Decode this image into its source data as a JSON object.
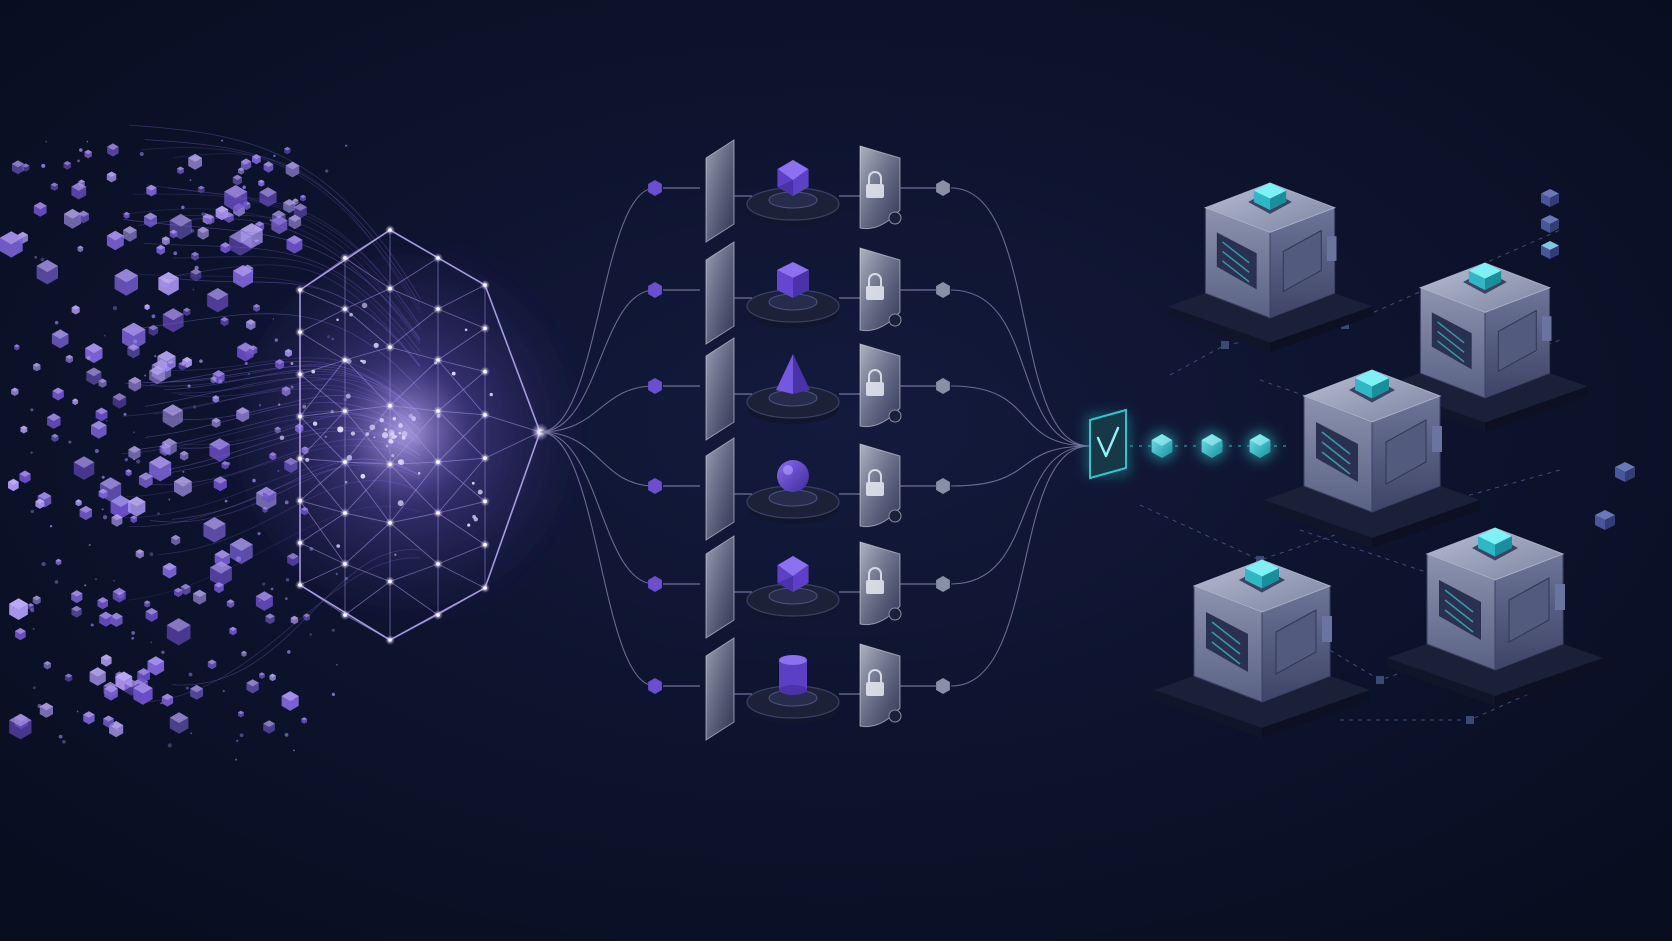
{
  "colors": {
    "background": "#0a1024",
    "background_glow": "#12193a",
    "particle_purple": "#7c5cd6",
    "particle_light": "#b9a8f0",
    "mesh_line": "#a898e8",
    "mesh_glow": "#d8ccff",
    "connector_line": "#8a86b0",
    "panel_glass": "#6f7792",
    "pedestal": "#1c2138",
    "pedestal_rim": "#3a4166",
    "shape_purple": "#5b3fc4",
    "shield": "#9aa0b6",
    "checkpoint_teal": "#2fc6d0",
    "vault_body": "#8a92ac",
    "vault_dark": "#2a3150",
    "vault_cube": "#2fb8c4",
    "network_dash": "#3c4a70"
  },
  "diagram": {
    "stages": [
      "scattered-data-particles",
      "collection-mesh",
      "processing-lanes",
      "verification-checkpoint",
      "secure-vaults"
    ],
    "lanes": [
      {
        "shape_icon": "icosahedron-icon"
      },
      {
        "shape_icon": "cube-icon"
      },
      {
        "shape_icon": "pyramid-icon"
      },
      {
        "shape_icon": "sphere-icon"
      },
      {
        "shape_icon": "gem-icon"
      },
      {
        "shape_icon": "cylinder-icon"
      }
    ],
    "lane_stage_icons": [
      "glass-panel-icon",
      "shape-pedestal-icon",
      "lock-shield-icon",
      "output-node-icon"
    ],
    "checkpoint_icon": "check-shield-icon",
    "transfer_icons": [
      "teal-gem-icon",
      "teal-gem-icon",
      "teal-gem-icon"
    ],
    "vault_count": 5,
    "vault_icon": "server-vault-icon"
  }
}
